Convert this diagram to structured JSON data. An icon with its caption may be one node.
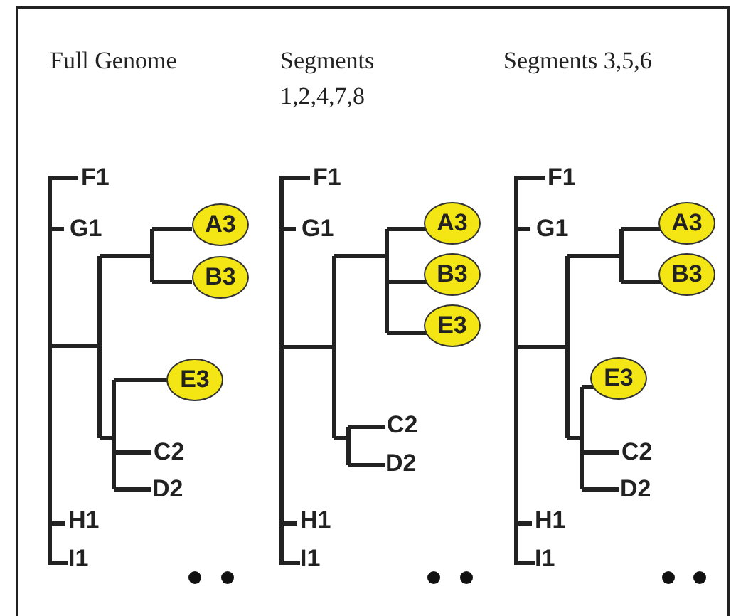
{
  "diagram": {
    "nodes": [
      {
        "text": [
          "F1"
        ]
      },
      {
        "text": [
          "G1"
        ]
      },
      {
        "text": [
          "A3"
        ]
      },
      {
        "text": [
          "B3"
        ]
      },
      {
        "text": [
          "E3"
        ]
      },
      {
        "text": [
          "C2"
        ]
      },
      {
        "text": [
          "D2"
        ]
      },
      {
        "text": [
          "H1"
        ]
      },
      {
        "text": [
          "I1"
        ]
      },
      {
        "text": [
          "F1"
        ]
      },
      {
        "text": [
          "G1"
        ]
      },
      {
        "text": [
          "A3"
        ]
      },
      {
        "text": [
          "B3"
        ]
      },
      {
        "text": [
          "E3"
        ]
      },
      {
        "text": [
          "C2"
        ]
      },
      {
        "text": [
          "D2"
        ]
      },
      {
        "text": [
          "H1"
        ]
      },
      {
        "text": [
          "I1"
        ]
      },
      {
        "text": [
          "F1"
        ]
      },
      {
        "text": [
          "G1"
        ]
      },
      {
        "text": [
          "A3"
        ]
      },
      {
        "text": [
          "B3"
        ]
      },
      {
        "text": [
          "E3"
        ]
      },
      {
        "text": [
          "C2"
        ]
      },
      {
        "text": [
          "D2"
        ]
      },
      {
        "text": [
          "H1"
        ]
      },
      {
        "text": [
          "I1"
        ]
      }
    ],
    "labels": [
      "Full Genome",
      "Segments 1,2,4,7,8",
      "Segments 3,5,6"
    ]
  }
}
